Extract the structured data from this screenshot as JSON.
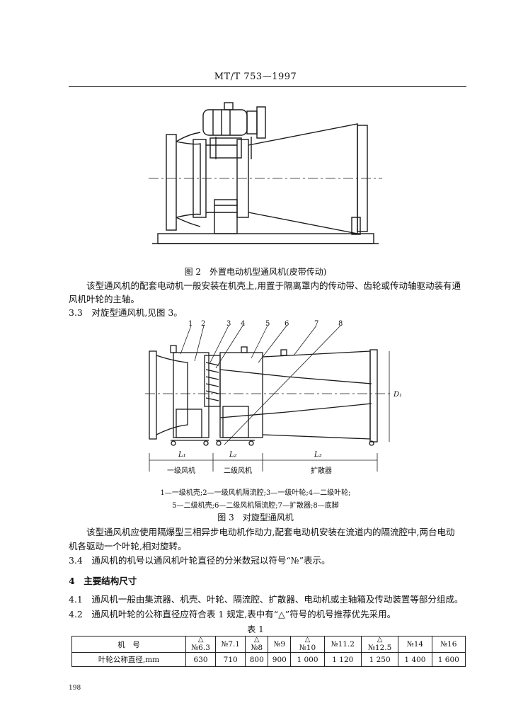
{
  "header": {
    "standard_no": "MT/T 753—1997"
  },
  "figure2": {
    "caption": "图 2　外置电动机型通风机(皮带传动)"
  },
  "para1": {
    "line1": "该型通风机的配套电动机一般安装在机壳上,用置于隔离罩内的传动带、齿轮或传动轴驱动装有通",
    "line2": "风机叶轮的主轴。"
  },
  "section_3_3": "3.3　对旋型通风机,见图 3。",
  "figure3": {
    "callouts": [
      "1",
      "2",
      "3",
      "4",
      "5",
      "6",
      "7",
      "8"
    ],
    "dim_labels": {
      "l1": "L₁",
      "l2": "L₂",
      "l3": "L₃",
      "d": "D₁"
    },
    "segment_labels": [
      "一级风机",
      "二级风机",
      "扩散器"
    ],
    "legend_line1": "1—一级机壳;2—一级风机隔流腔;3—一级叶轮;4—二级叶轮;",
    "legend_line2": "5—二级机壳;6—二级风机隔流腔;7—扩散器;8—底脚",
    "caption": "图 3　对旋型通风机"
  },
  "para2": {
    "line1": "该型通风机应使用隔爆型三相异步电动机作动力,配套电动机安装在流道内的隔流腔中,两台电动",
    "line2": "机各驱动一个叶轮,相对旋转。"
  },
  "section_3_4": "3.4　通风机的机号以通风机叶轮直径的分米数冠以符号“№”表示。",
  "section_4": {
    "title": "4　主要结构尺寸"
  },
  "section_4_1": "4.1　通风机一般由集流器、机壳、叶轮、隔流腔、扩散器、电动机或主轴箱及传动装置等部分组成。",
  "section_4_2": "4.2　通风机叶轮的公称直径应符合表 1 规定,表中有“△”符号的机号推荐优先采用。",
  "table1": {
    "title": "表 1",
    "row1_header": "机　号",
    "row2_header": "叶轮公称直径,mm",
    "cols": [
      {
        "mark": "△",
        "no": "№6.3",
        "dia": "630"
      },
      {
        "mark": "",
        "no": "№7.1",
        "dia": "710"
      },
      {
        "mark": "△",
        "no": "№8",
        "dia": "800"
      },
      {
        "mark": "",
        "no": "№9",
        "dia": "900"
      },
      {
        "mark": "△",
        "no": "№10",
        "dia": "1 000"
      },
      {
        "mark": "",
        "no": "№11.2",
        "dia": "1 120"
      },
      {
        "mark": "△",
        "no": "№12.5",
        "dia": "1 250"
      },
      {
        "mark": "",
        "no": "№14",
        "dia": "1 400"
      },
      {
        "mark": "",
        "no": "№16",
        "dia": "1 600"
      }
    ]
  },
  "footer": {
    "page_no": "198"
  }
}
